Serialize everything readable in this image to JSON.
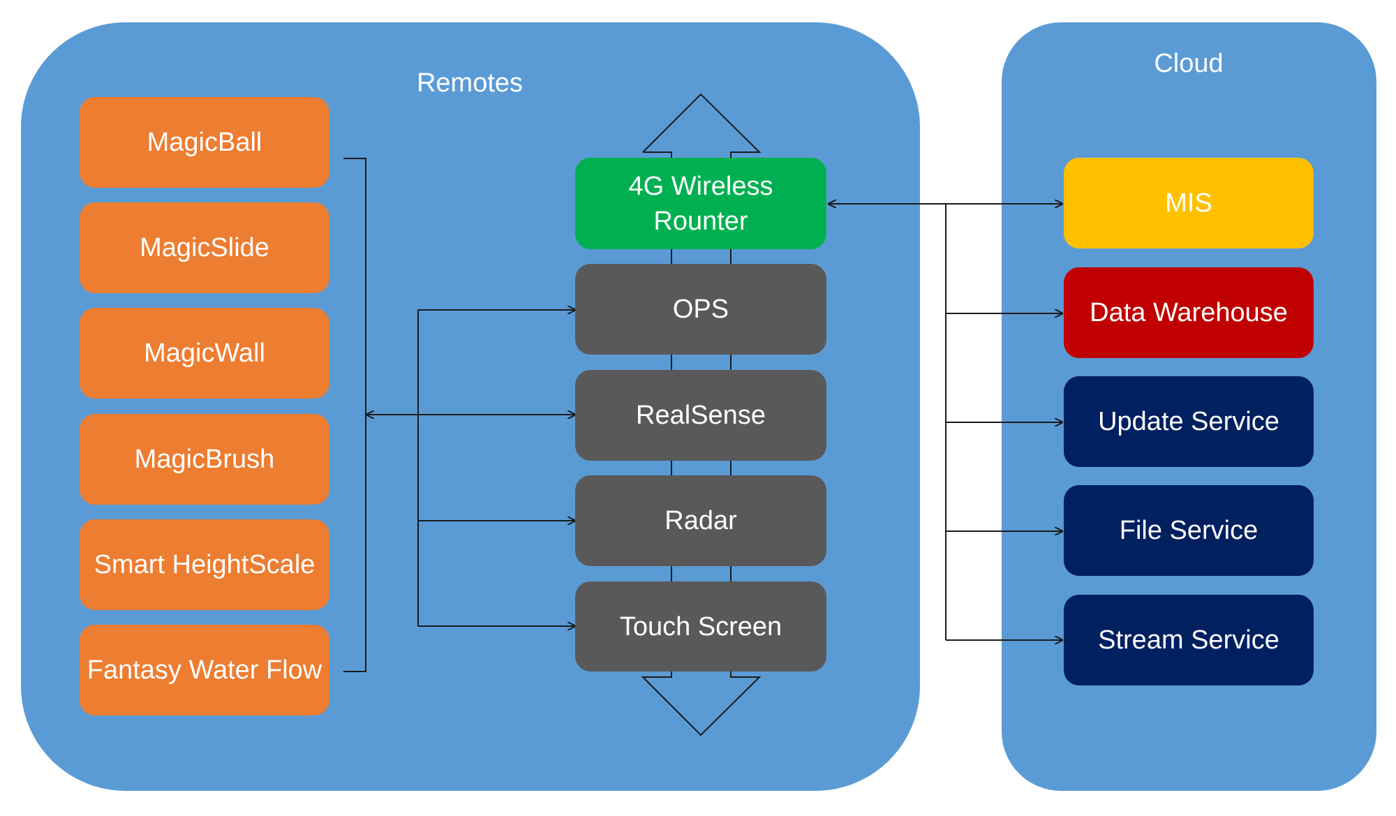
{
  "remotes": {
    "title": "Remotes",
    "devices": [
      {
        "label": "MagicBall"
      },
      {
        "label": "MagicSlide"
      },
      {
        "label": "MagicWall"
      },
      {
        "label": "MagicBrush"
      },
      {
        "label": "Smart HeightScale"
      },
      {
        "label": "Fantasy Water Flow"
      }
    ],
    "stack": [
      {
        "label": "4G Wireless Rounter",
        "color": "#00b050"
      },
      {
        "label": "OPS",
        "color": "#595959"
      },
      {
        "label": "RealSense",
        "color": "#595959"
      },
      {
        "label": "Radar",
        "color": "#595959"
      },
      {
        "label": "Touch Screen",
        "color": "#595959"
      }
    ]
  },
  "cloud": {
    "title": "Cloud",
    "services": [
      {
        "label": "MIS",
        "color": "#ffc000"
      },
      {
        "label": "Data Warehouse",
        "color": "#c00000"
      },
      {
        "label": "Update Service",
        "color": "#002060"
      },
      {
        "label": "File Service",
        "color": "#002060"
      },
      {
        "label": "Stream Service",
        "color": "#002060"
      }
    ]
  },
  "colors": {
    "panel": "#5b9bd5",
    "device": "#ed7d31",
    "connector": "#1a1a1a"
  }
}
